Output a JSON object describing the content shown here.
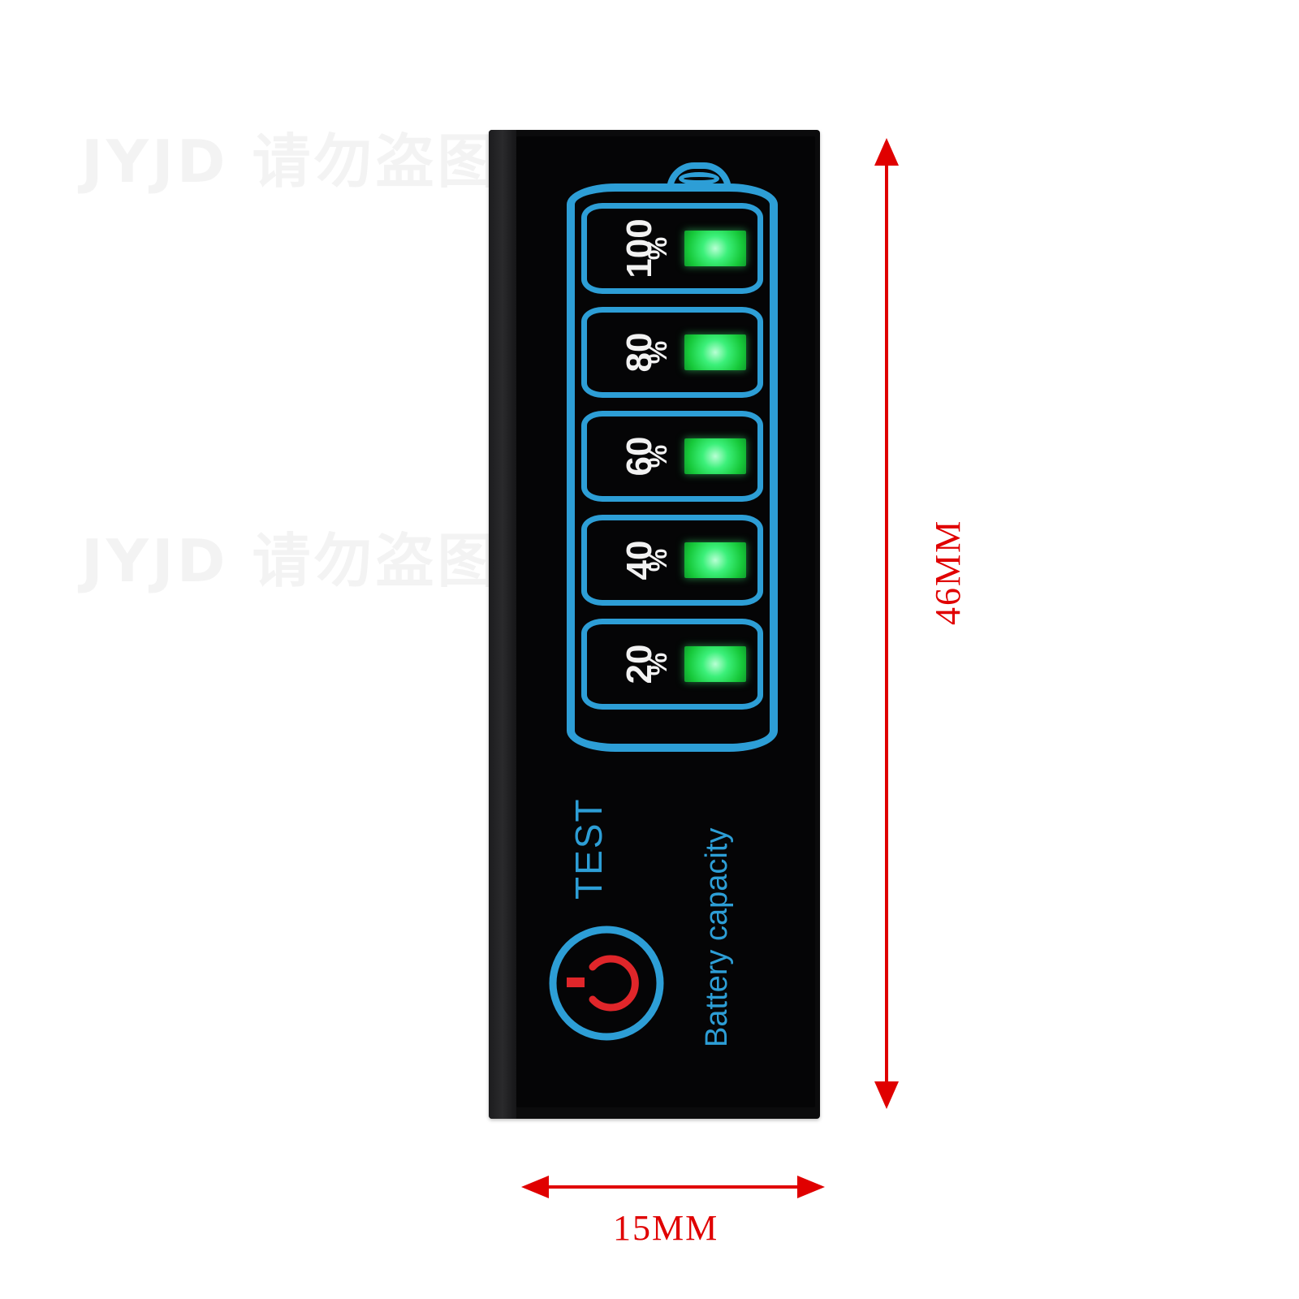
{
  "watermark": {
    "text": "JYJD 请勿盗图",
    "partial_text": "盗图"
  },
  "battery_indicator": {
    "levels": [
      {
        "value": "100",
        "sign": "%"
      },
      {
        "value": "80",
        "sign": "%"
      },
      {
        "value": "60",
        "sign": "%"
      },
      {
        "value": "40",
        "sign": "%"
      },
      {
        "value": "20",
        "sign": "%"
      }
    ],
    "test_label": "TEST",
    "capacity_label": "Battery capacity",
    "colors": {
      "outline": "#2d9ed6",
      "led": "#3cf07a",
      "power_icon": "#e0262a",
      "body": "#0b0b0c"
    }
  },
  "dimensions": {
    "height_label": "46MM",
    "width_label": "15MM",
    "color": "#e00000"
  }
}
